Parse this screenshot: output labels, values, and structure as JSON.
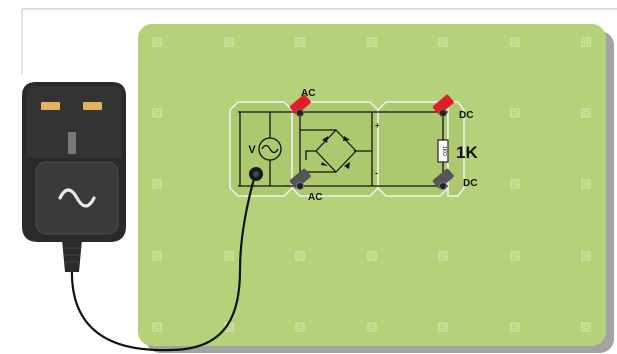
{
  "colors": {
    "board": "#b5d27b",
    "board_shadow": "#9e9e9e",
    "plate": "#a9c96c",
    "plate_stroke": "#f4f4f4",
    "wire": "#111111",
    "red_clip": "#e11d2a",
    "dark_clip": "#555555",
    "adapter_body": "#2a2a2a",
    "adapter_pin": "#e2b25c"
  },
  "icons": {
    "adapter": "wall-power-adapter-icon",
    "ac_symbol": "sine-wave-icon",
    "rectifier": "bridge-rectifier-icon",
    "resistor": "resistor-icon",
    "mount_hole": "grid-mount-hole-icon"
  },
  "circuit": {
    "input_top_label": "AC",
    "input_bottom_label": "AC",
    "output_top_label": "DC",
    "output_bottom_label": "DC",
    "source_label": "V",
    "resistor_text": "1KΩ",
    "load_value": "1K",
    "plus_mark": "+",
    "minus_mark": "-"
  }
}
